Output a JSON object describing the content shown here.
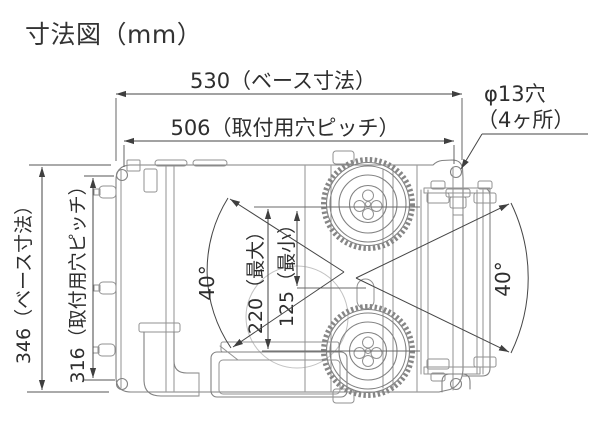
{
  "title": "寸法図（mm）",
  "drawing": {
    "type": "technical-dimension-diagram",
    "unit": "mm",
    "view": "top-view-of-machine-base-with-two-knurled-wheels",
    "labels": {
      "base_width": "530（ベース寸法）",
      "mount_pitch_width": "506（取付用穴ピッチ）",
      "hole_callout_line1": "φ13穴",
      "hole_callout_line2": "（4ヶ所）",
      "base_depth": "346（ベース寸法）",
      "mount_pitch_depth": "316（取付用穴ピッチ）",
      "span_max": "220（最大）",
      "span_min": "125（最小）",
      "swing_angle_left": "40°",
      "swing_angle_right": "40°"
    },
    "values": {
      "base_width_mm": 530,
      "mount_hole_pitch_width_mm": 506,
      "base_depth_mm": 346,
      "mount_hole_pitch_depth_mm": 316,
      "span_max_mm": 220,
      "span_min_mm": 125,
      "mount_hole_diameter_mm": 13,
      "mount_hole_count": 4,
      "swing_angle_deg": 40
    }
  },
  "colors": {
    "background": "#ffffff",
    "machine_line": "#828282",
    "dimension_line": "#454545",
    "text": "#2e2e2e"
  }
}
